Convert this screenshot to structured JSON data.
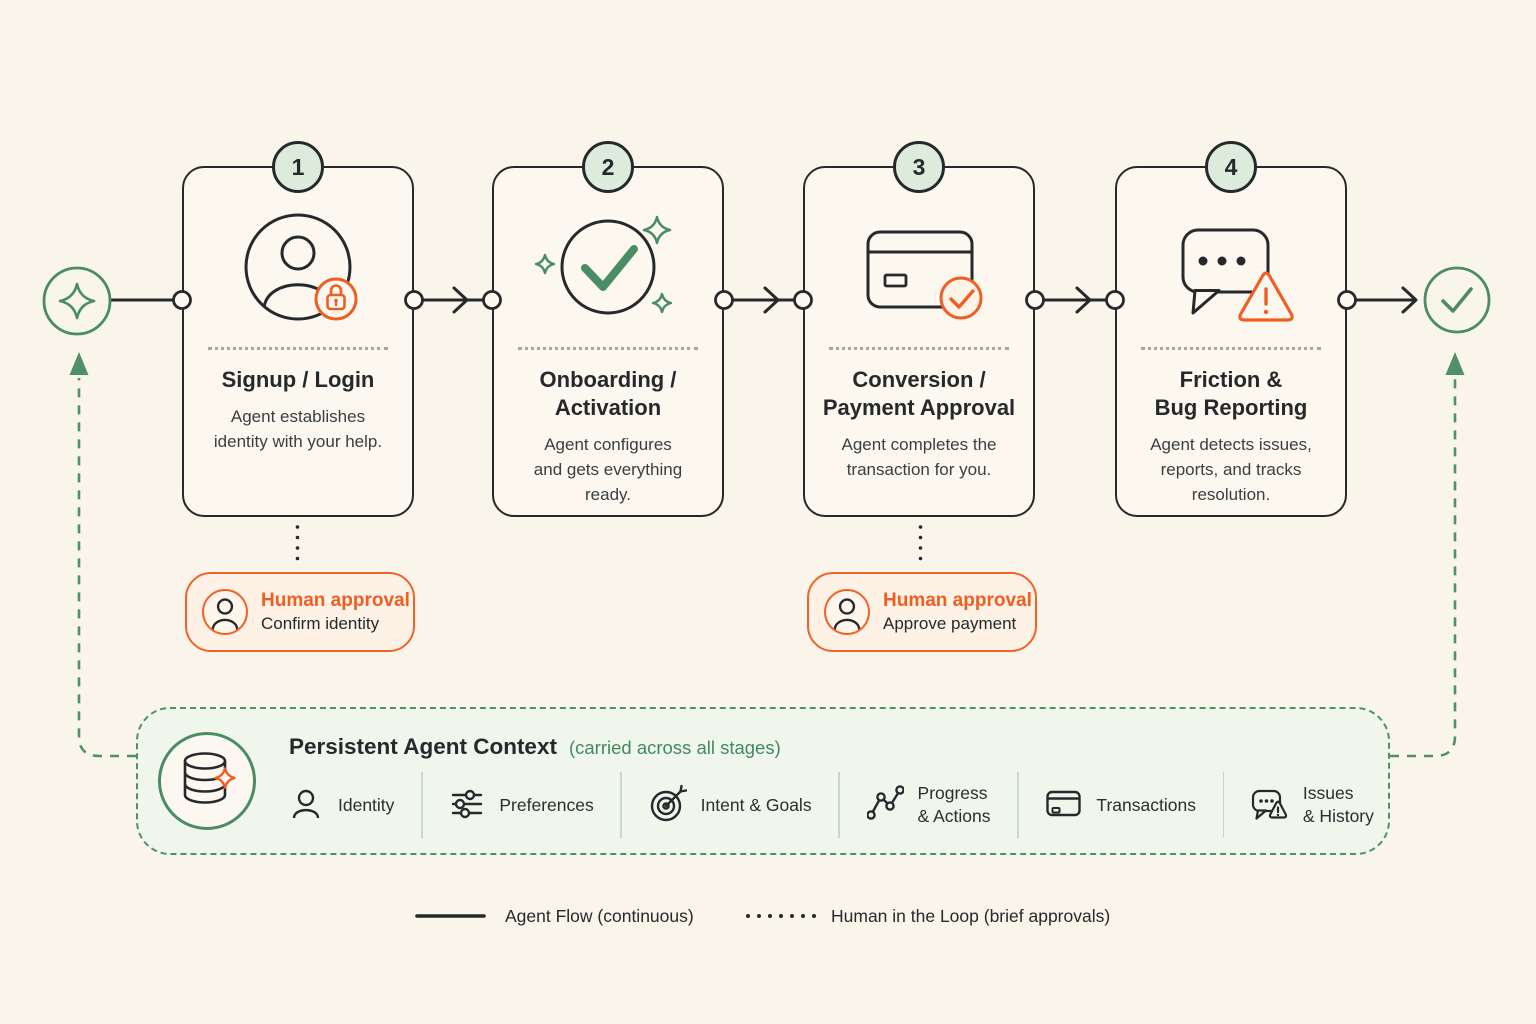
{
  "colors": {
    "background": "#FAF5EB",
    "card_background": "#FCF8F0",
    "ink": "#26292B",
    "green_accent": "#4A8C63",
    "mint_badge": "#DCEBDB",
    "context_panel": "#F0F6EC",
    "orange_accent": "#F05E22",
    "approval_panel": "#FDF2E5"
  },
  "stages": [
    {
      "number": "1",
      "icon": "user-lock-icon",
      "title": "Signup / Login",
      "description": "Agent establishes\nidentity with your help."
    },
    {
      "number": "2",
      "icon": "check-sparkles-icon",
      "title": "Onboarding /\nActivation",
      "description": "Agent configures\nand gets everything\nready."
    },
    {
      "number": "3",
      "icon": "card-check-icon",
      "title": "Conversion /\nPayment Approval",
      "description": "Agent completes the\ntransaction for you."
    },
    {
      "number": "4",
      "icon": "chat-alert-icon",
      "title": "Friction &\nBug Reporting",
      "description": "Agent detects issues,\nreports, and tracks\nresolution."
    }
  ],
  "flow": {
    "start_icon": "sparkle-icon",
    "end_icon": "check-icon"
  },
  "approvals": [
    {
      "icon": "person-icon",
      "title": "Human approval",
      "subtitle": "Confirm identity"
    },
    {
      "icon": "person-icon",
      "title": "Human approval",
      "subtitle": "Approve payment"
    }
  ],
  "context": {
    "icon": "database-sparkle-icon",
    "title": "Persistent Agent Context",
    "subtitle": "(carried across all stages)",
    "items": [
      {
        "icon": "person-icon",
        "label": "Identity"
      },
      {
        "icon": "sliders-icon",
        "label": "Preferences"
      },
      {
        "icon": "target-icon",
        "label": "Intent & Goals"
      },
      {
        "icon": "progress-chart-icon",
        "label": "Progress\n& Actions"
      },
      {
        "icon": "credit-card-icon",
        "label": "Transactions"
      },
      {
        "icon": "chat-warning-icon",
        "label": "Issues\n& History"
      }
    ]
  },
  "legend": [
    {
      "style": "solid",
      "label": "Agent Flow (continuous)"
    },
    {
      "style": "dotted",
      "label": "Human in the Loop (brief approvals)"
    }
  ]
}
